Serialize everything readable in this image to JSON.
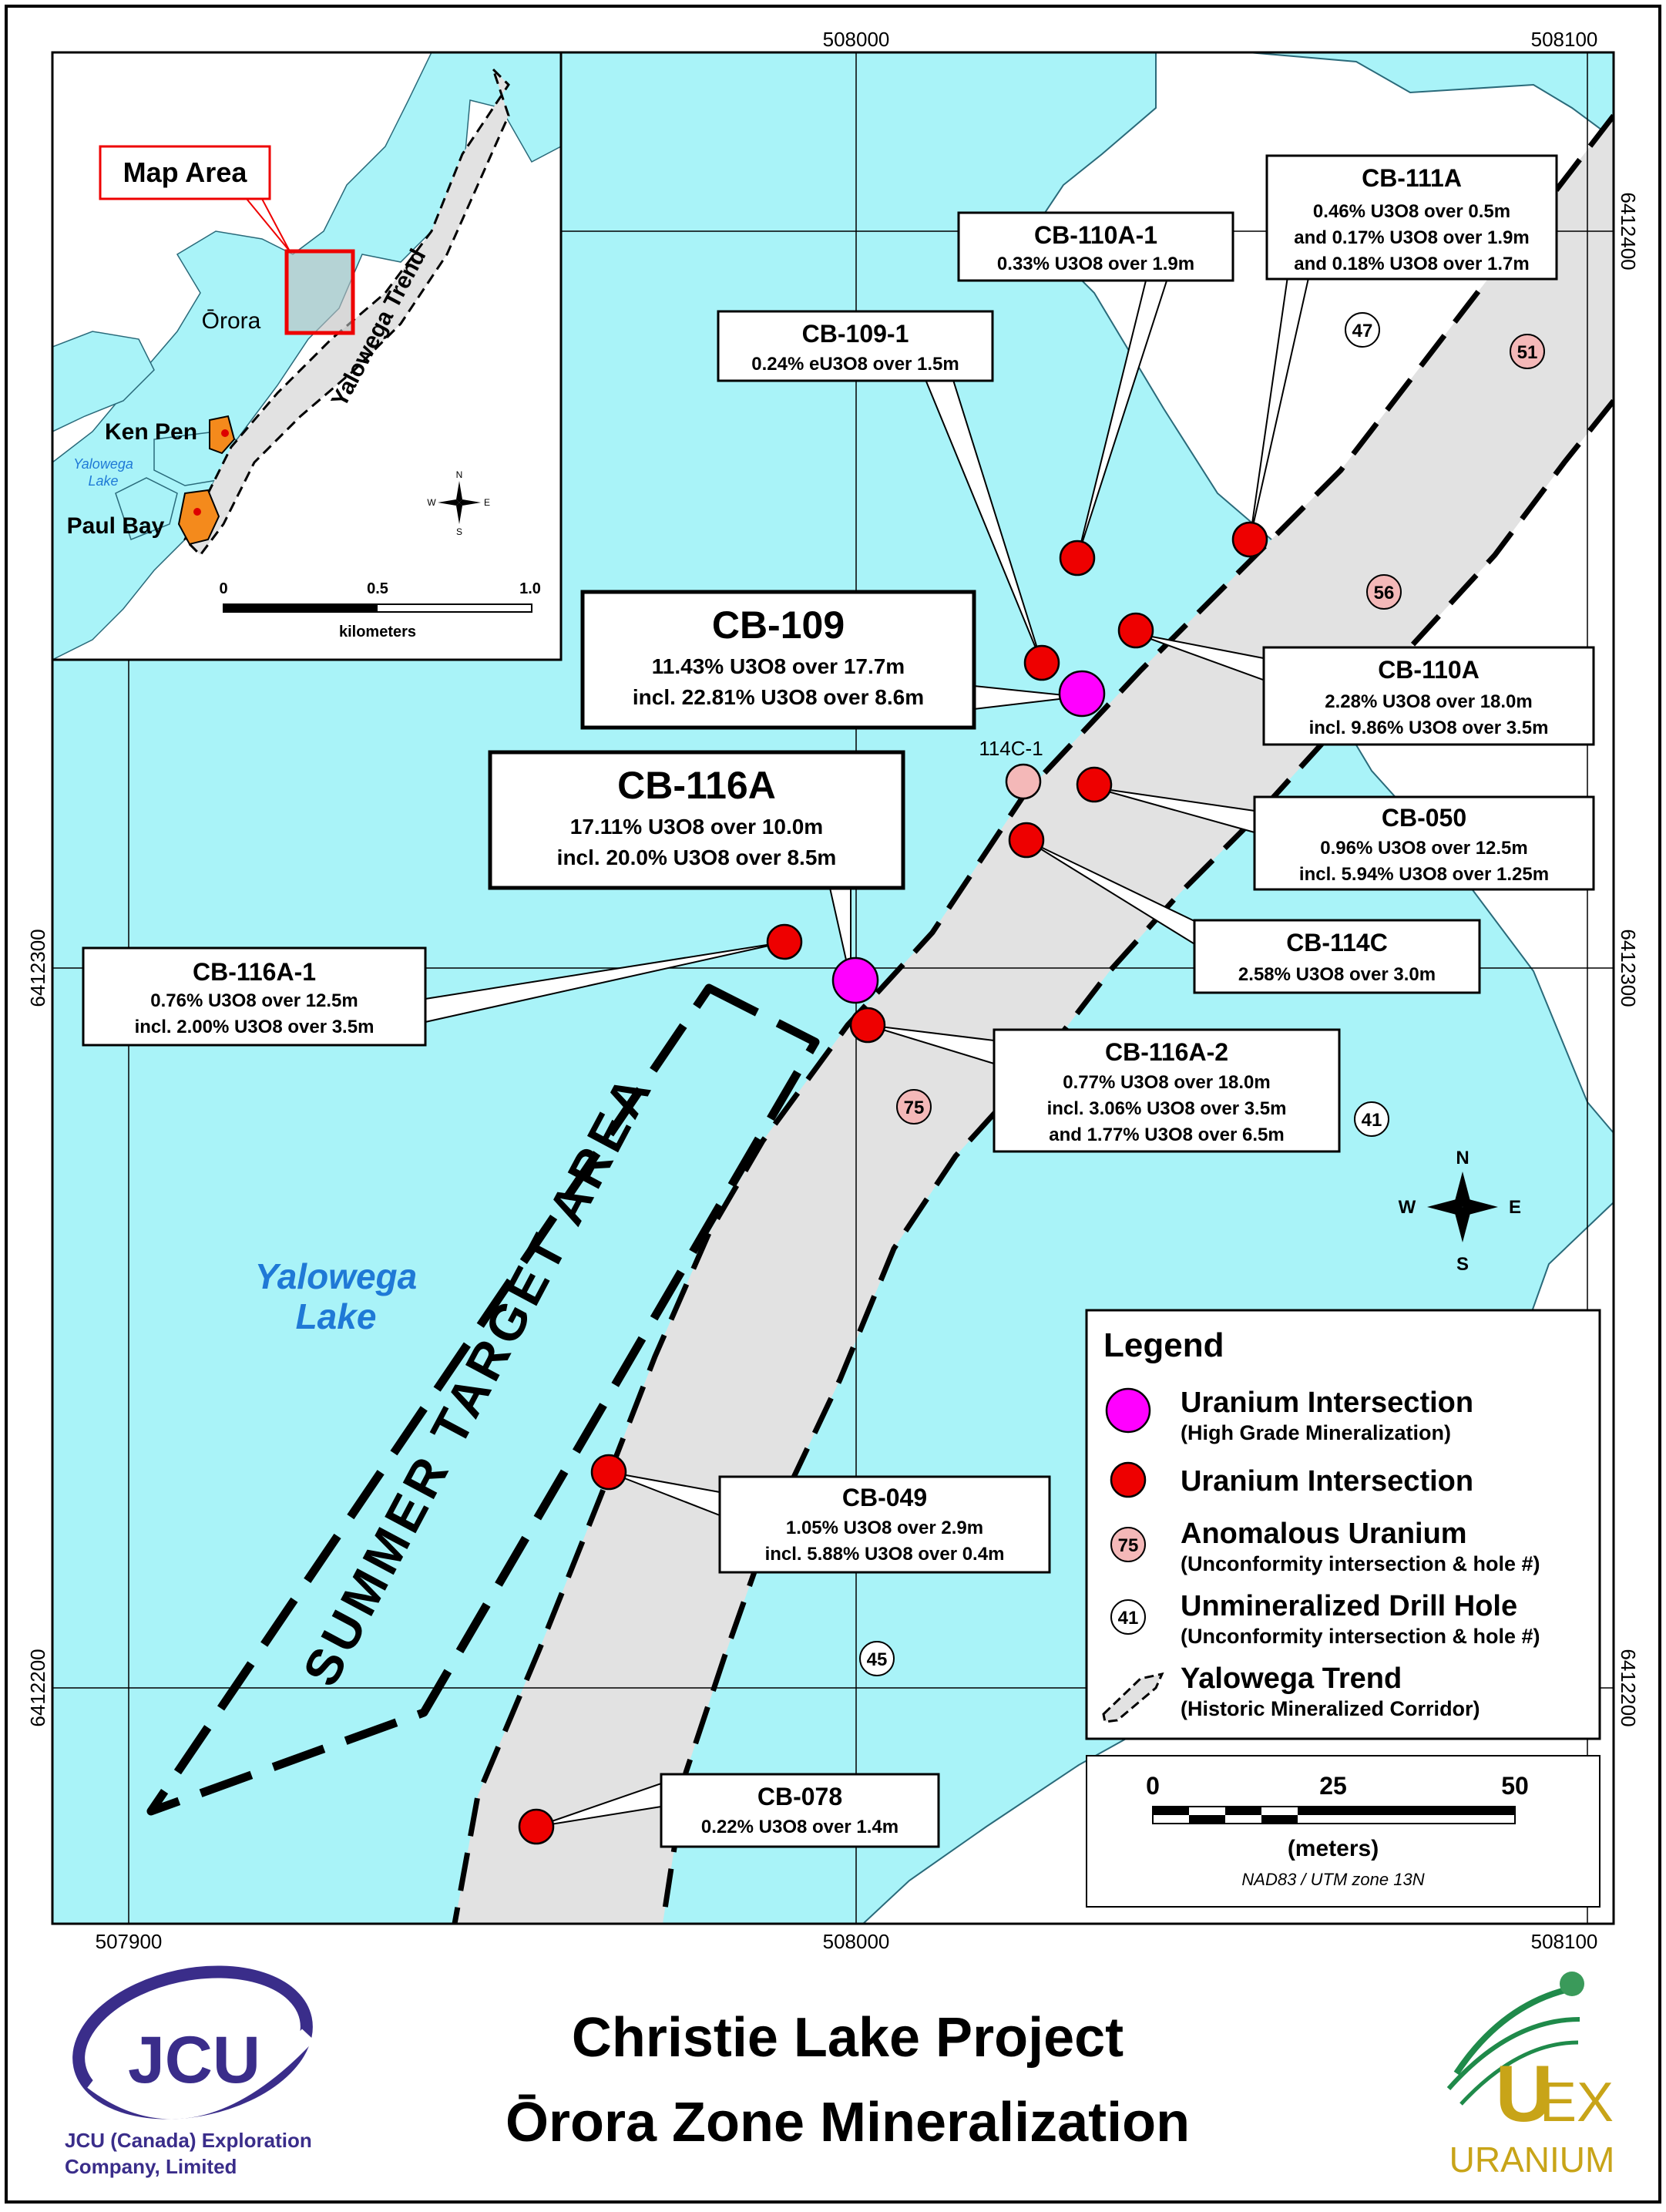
{
  "title": {
    "line1": "Christie Lake Project",
    "line2": "Ōrora Zone Mineralization"
  },
  "grid": {
    "x_top": [
      "508000",
      "508100"
    ],
    "x_bottom": [
      "507900",
      "508000",
      "508100"
    ],
    "y_left": [
      "6412300",
      "6412200"
    ],
    "y_right": [
      "6412400",
      "6412300",
      "6412200"
    ]
  },
  "lake_label": {
    "line1": "Yalowega",
    "line2": "Lake"
  },
  "target_area": "SUMMER TARGET AREA",
  "callouts": [
    {
      "id": "CB-111A",
      "lines": [
        "0.46% U3O8 over 0.5m",
        "and 0.17% U3O8 over 1.9m",
        "and 0.18% U3O8 over 1.7m"
      ]
    },
    {
      "id": "CB-110A-1",
      "lines": [
        "0.33% U3O8 over 1.9m"
      ]
    },
    {
      "id": "CB-109-1",
      "lines": [
        "0.24% eU3O8 over 1.5m"
      ]
    },
    {
      "id": "CB-109",
      "lines": [
        "11.43% U3O8 over 17.7m",
        "incl. 22.81% U3O8 over 8.6m"
      ]
    },
    {
      "id": "CB-110A",
      "lines": [
        "2.28% U3O8 over 18.0m",
        "incl. 9.86% U3O8 over 3.5m"
      ]
    },
    {
      "id": "CB-116A",
      "lines": [
        "17.11% U3O8 over 10.0m",
        "incl. 20.0% U3O8 over 8.5m"
      ]
    },
    {
      "id": "CB-050",
      "lines": [
        "0.96% U3O8 over 12.5m",
        "incl. 5.94% U3O8 over 1.25m"
      ]
    },
    {
      "id": "CB-114C",
      "lines": [
        "2.58% U3O8 over 3.0m"
      ]
    },
    {
      "id": "CB-116A-1",
      "lines": [
        "0.76% U3O8 over 12.5m",
        "incl. 2.00% U3O8 over 3.5m"
      ]
    },
    {
      "id": "CB-116A-2",
      "lines": [
        "0.77% U3O8 over 18.0m",
        "incl. 3.06% U3O8 over 3.5m",
        "and 1.77% U3O8 over 6.5m"
      ]
    },
    {
      "id": "CB-049",
      "lines": [
        "1.05% U3O8 over 2.9m",
        "incl. 5.88% U3O8 over 0.4m"
      ]
    },
    {
      "id": "CB-078",
      "lines": [
        "0.22% U3O8 over 1.4m"
      ]
    }
  ],
  "holes": {
    "anomalous": [
      "51",
      "56",
      "75"
    ],
    "unmineralized": [
      "47",
      "41",
      "45"
    ],
    "label_114c1": "114C-1"
  },
  "inset": {
    "map_area": "Map Area",
    "orora": "Ōrora",
    "trend": "Yalowega Trend",
    "ken_pen": "Ken Pen",
    "paul_bay": "Paul Bay",
    "lake_line1": "Yalowega",
    "lake_line2": "Lake",
    "scale": [
      "0",
      "0.5",
      "1.0"
    ],
    "scale_unit": "kilometers"
  },
  "compass": {
    "n": "N",
    "s": "S",
    "e": "E",
    "w": "W"
  },
  "legend": {
    "title": "Legend",
    "items": [
      {
        "label": "Uranium Intersection",
        "sub": "(High Grade Mineralization)",
        "symbol": "#ff00ff"
      },
      {
        "label": "Uranium Intersection",
        "sub": "",
        "symbol": "#ee0000"
      },
      {
        "label": "Anomalous Uranium",
        "sub": "(Unconformity intersection & hole #)",
        "symbol": "#f4b8b8",
        "num": "75"
      },
      {
        "label": "Unmineralized Drill Hole",
        "sub": "(Unconformity intersection & hole #)",
        "symbol": "#ffffff",
        "num": "41"
      },
      {
        "label": "Yalowega Trend",
        "sub": "(Historic Mineralized Corridor)",
        "symbol": "#e0e0e0"
      }
    ]
  },
  "scalebar": {
    "ticks": [
      "0",
      "25",
      "50"
    ],
    "unit": "(meters)",
    "projection": "NAD83 / UTM zone 13N"
  },
  "logos": {
    "jcu": "JCU",
    "jcu_line1": "JCU (Canada) Exploration",
    "jcu_line2": "Company, Limited",
    "uex_u": "U",
    "uex_ex": "EX",
    "uex_uranium": "URANIUM"
  },
  "colors": {
    "water": "#a9f3f8",
    "land": "#ffffff",
    "trend": "#e2e2e2",
    "high_grade": "#ff00ff",
    "intersection": "#ee0000",
    "anomalous": "#f4b8b8"
  }
}
